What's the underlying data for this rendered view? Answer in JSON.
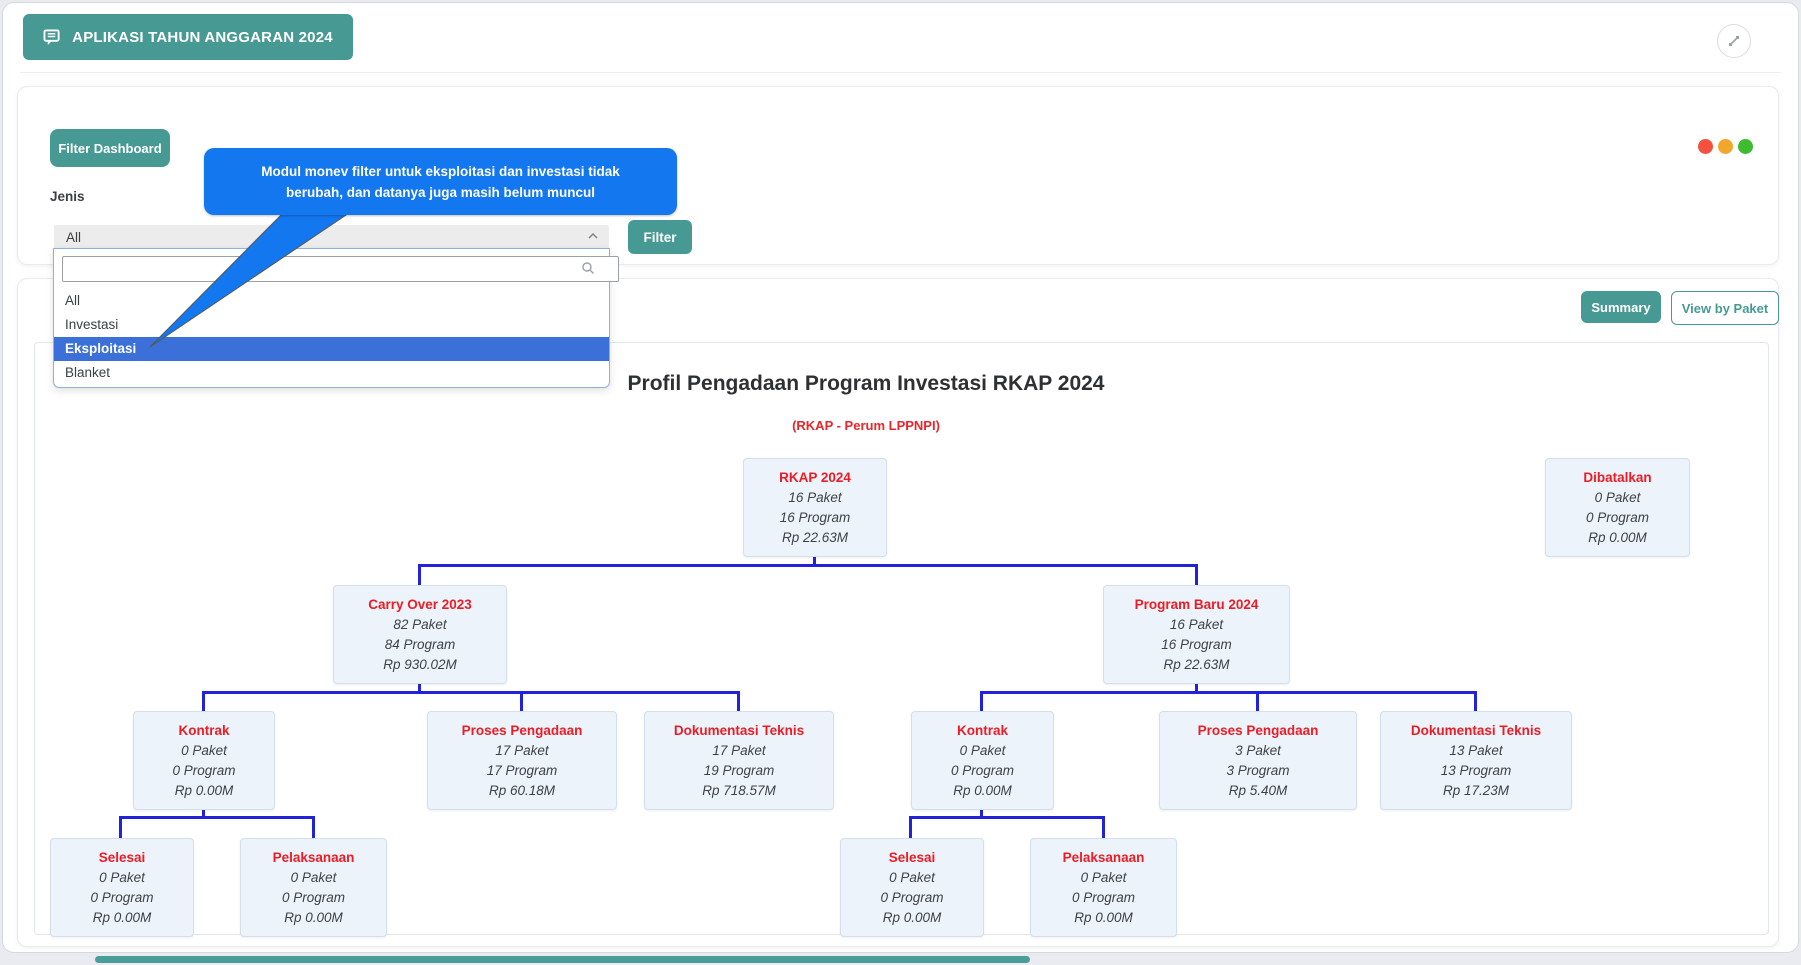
{
  "window": {
    "app_title": "APLIKASI TAHUN ANGGARAN 2024"
  },
  "filter_panel": {
    "filter_dashboard_label": "Filter Dashboard",
    "tooltip_lines": [
      "Modul monev filter untuk eksploitasi dan investasi tidak",
      "berubah, dan datanya juga masih belum muncul"
    ],
    "jenis_label": "Jenis",
    "select_value": "All",
    "search_value": "",
    "filter_button_label": "Filter",
    "options": [
      "All",
      "Investasi",
      "Eksploitasi",
      "Blanket"
    ],
    "highlighted_option": "Eksploitasi",
    "status_dot_colors": [
      "#f4523f",
      "#f2a72c",
      "#3fbb2f"
    ]
  },
  "toolbar": {
    "summary_label": "Summary",
    "view_by_paket_label": "View by Paket"
  },
  "chart_data": {
    "type": "org-tree",
    "title": "Profil Pengadaan Program Investasi RKAP 2024",
    "subtitle": "(RKAP - Perum LPPNPI)",
    "nodes": [
      {
        "id": "rkap-2024",
        "title": "RKAP 2024",
        "paket": "16 Paket",
        "program": "16 Program",
        "amount": "Rp 22.63M",
        "parent": null
      },
      {
        "id": "dibatalkan",
        "title": "Dibatalkan",
        "paket": "0 Paket",
        "program": "0 Program",
        "amount": "Rp 0.00M",
        "parent": null
      },
      {
        "id": "carry-over-2023",
        "title": "Carry Over 2023",
        "paket": "82 Paket",
        "program": "84 Program",
        "amount": "Rp 930.02M",
        "parent": "rkap-2024"
      },
      {
        "id": "program-baru-2024",
        "title": "Program Baru 2024",
        "paket": "16 Paket",
        "program": "16 Program",
        "amount": "Rp 22.63M",
        "parent": "rkap-2024"
      },
      {
        "id": "kontrak-co",
        "title": "Kontrak",
        "paket": "0 Paket",
        "program": "0 Program",
        "amount": "Rp 0.00M",
        "parent": "carry-over-2023"
      },
      {
        "id": "proses-pengadaan-co",
        "title": "Proses Pengadaan",
        "paket": "17 Paket",
        "program": "17 Program",
        "amount": "Rp 60.18M",
        "parent": "carry-over-2023"
      },
      {
        "id": "dokumentasi-teknis-co",
        "title": "Dokumentasi Teknis",
        "paket": "17 Paket",
        "program": "19 Program",
        "amount": "Rp 718.57M",
        "parent": "carry-over-2023"
      },
      {
        "id": "kontrak-pb",
        "title": "Kontrak",
        "paket": "0 Paket",
        "program": "0 Program",
        "amount": "Rp 0.00M",
        "parent": "program-baru-2024"
      },
      {
        "id": "proses-pengadaan-pb",
        "title": "Proses Pengadaan",
        "paket": "3 Paket",
        "program": "3 Program",
        "amount": "Rp 5.40M",
        "parent": "program-baru-2024"
      },
      {
        "id": "dokumentasi-teknis-pb",
        "title": "Dokumentasi Teknis",
        "paket": "13 Paket",
        "program": "13 Program",
        "amount": "Rp 17.23M",
        "parent": "program-baru-2024"
      },
      {
        "id": "selesai-co",
        "title": "Selesai",
        "paket": "0 Paket",
        "program": "0 Program",
        "amount": "Rp 0.00M",
        "parent": "kontrak-co"
      },
      {
        "id": "pelaksanaan-co",
        "title": "Pelaksanaan",
        "paket": "0 Paket",
        "program": "0 Program",
        "amount": "Rp 0.00M",
        "parent": "kontrak-co"
      },
      {
        "id": "selesai-pb",
        "title": "Selesai",
        "paket": "0 Paket",
        "program": "0 Program",
        "amount": "Rp 0.00M",
        "parent": "kontrak-pb"
      },
      {
        "id": "pelaksanaan-pb",
        "title": "Pelaksanaan",
        "paket": "0 Paket",
        "program": "0 Program",
        "amount": "Rp 0.00M",
        "parent": "kontrak-pb"
      }
    ]
  },
  "colors": {
    "teal_button": "#479a94",
    "callout_blue": "#1377f0",
    "option_highlight_blue": "#3a70d8",
    "node_background": "#ecf3fb",
    "node_title_red": "#ed1c24",
    "connector_blue": "#2222dd",
    "status_red": "#f4523f",
    "status_yellow": "#f2a72c",
    "status_green": "#3fbb2f"
  }
}
